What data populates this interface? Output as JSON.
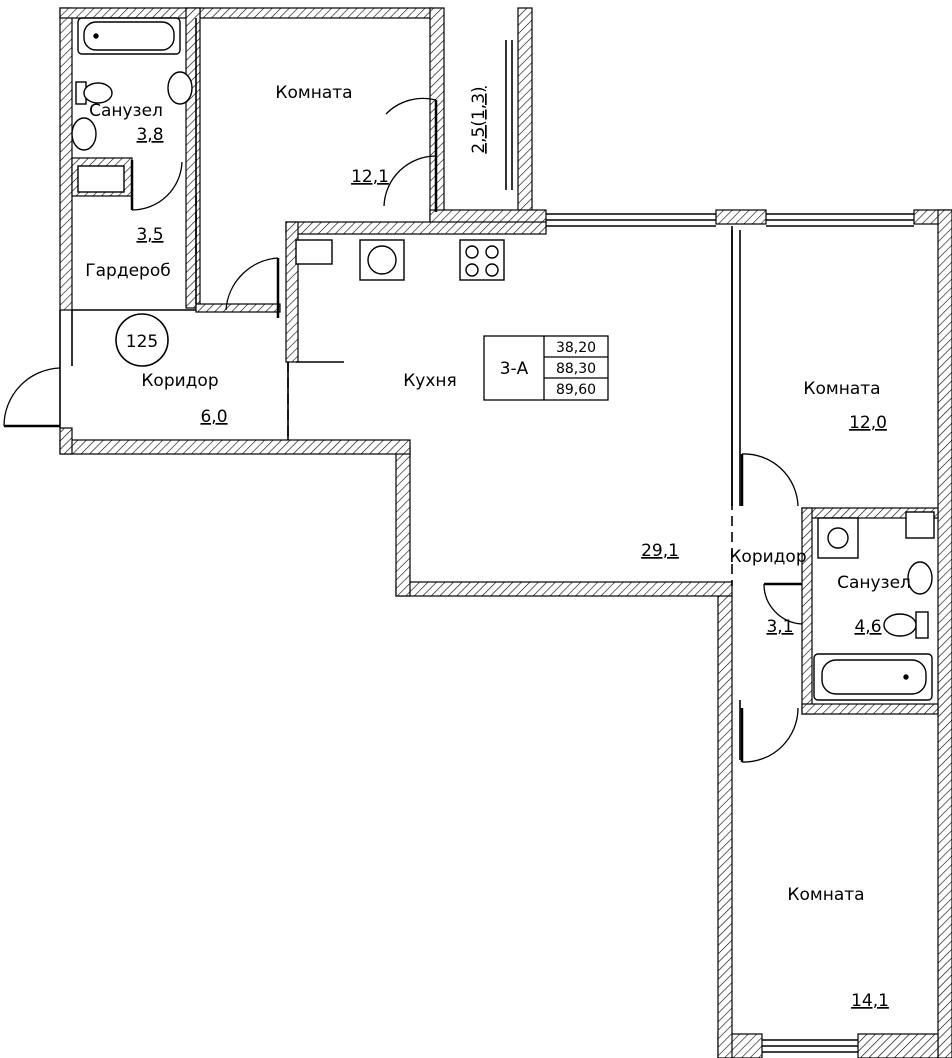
{
  "apartment_number": "125",
  "apartment_type": "3-А",
  "areas": [
    "38,20",
    "88,30",
    "89,60"
  ],
  "rooms": {
    "bath_left": {
      "name": "Санузел",
      "area": "3,8"
    },
    "room_top": {
      "name": "Комната",
      "area": "12,1"
    },
    "balcony": {
      "area": "2,5(1,3)"
    },
    "wardrobe": {
      "name": "Гардероб",
      "area": "3,5"
    },
    "corridor_left": {
      "name": "Коридор",
      "area": "6,0"
    },
    "kitchen": {
      "name": "Кухня",
      "area": "29,1"
    },
    "room_right": {
      "name": "Комната",
      "area": "12,0"
    },
    "corridor_right": {
      "name": "Коридор",
      "area": "3,1"
    },
    "bath_right": {
      "name": "Санузел",
      "area": "4,6"
    },
    "room_bottom": {
      "name": "Комната",
      "area": "14,1"
    }
  }
}
